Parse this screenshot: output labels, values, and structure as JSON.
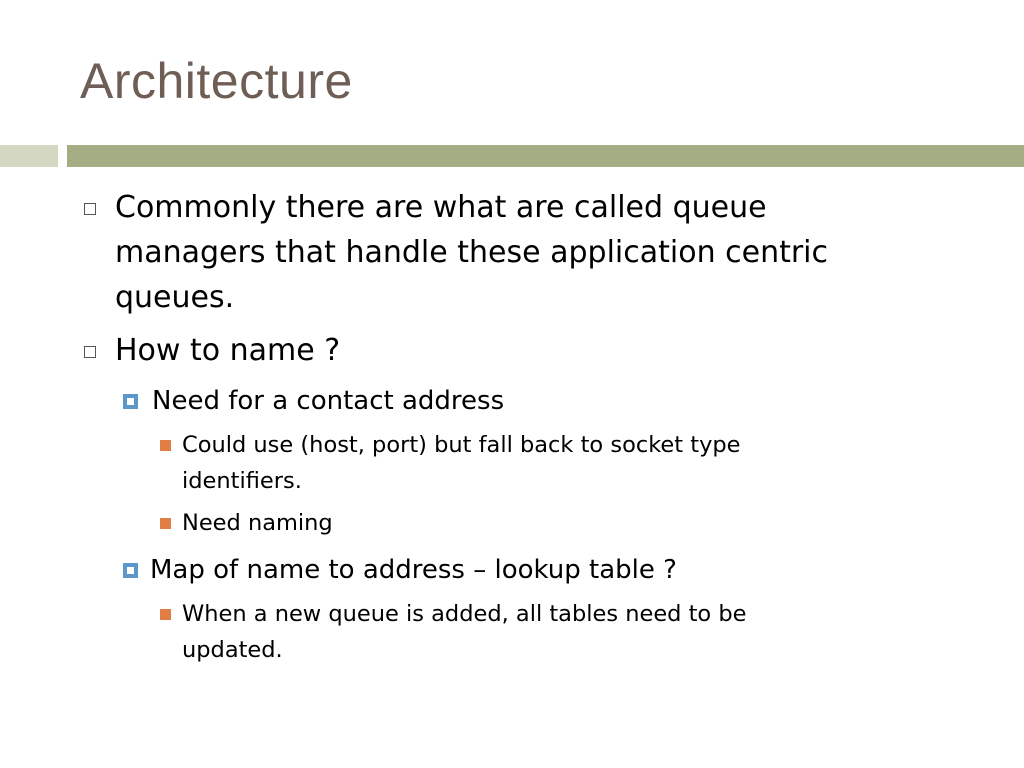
{
  "slide": {
    "title": "Architecture",
    "bullets": [
      {
        "lines": [
          "Commonly there are what are called queue",
          "managers that handle these application centric",
          "queues."
        ]
      },
      {
        "lines": [
          " How to name ?"
        ],
        "children": [
          {
            "text": " Need for a contact address",
            "children": [
              {
                "lines": [
                  " Could use (host, port) but fall back to socket type",
                  "identifiers."
                ]
              },
              {
                "lines": [
                  " Need naming"
                ]
              }
            ]
          },
          {
            "text": "Map of name to address – lookup table ?",
            "children": [
              {
                "lines": [
                  " When a new queue is added, all tables need to be",
                  "updated."
                ]
              }
            ]
          }
        ]
      }
    ]
  },
  "colors": {
    "title": "#6e5e55",
    "accent_bar": "#a5ad85",
    "accent_bar_light": "#d4d8c3",
    "level2_bullet": "#5b97c9",
    "level3_bullet": "#e07e45"
  },
  "icons": {
    "level1": "hollow-square-icon",
    "level2": "blue-square-icon",
    "level3": "orange-square-icon"
  }
}
